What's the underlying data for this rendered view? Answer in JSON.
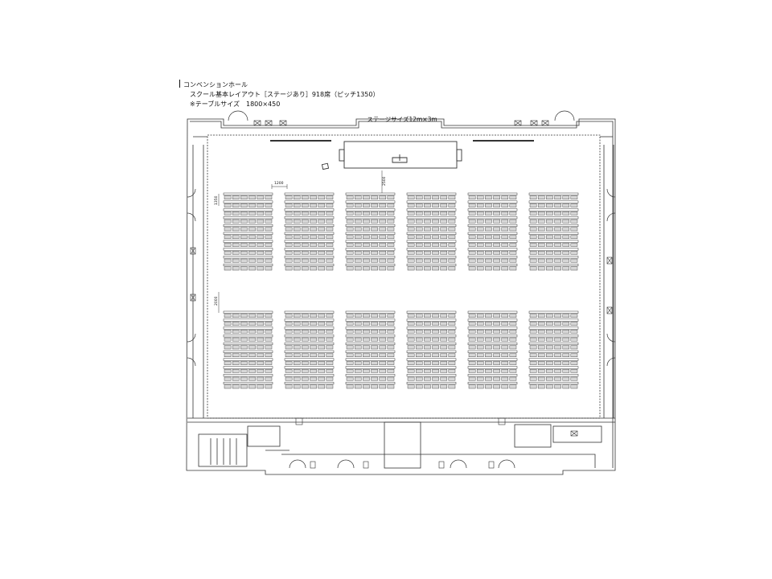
{
  "header": {
    "hall_name": "コンベンションホール",
    "layout_title": "スクール基本レイアウト［ステージあり］918席（ピッチ1350）",
    "table_size": "※テーブルサイズ　1800×450"
  },
  "plan": {
    "stage_label": "ステージサイズ12m×3m",
    "dims": {
      "table_width": "1200",
      "row_pitch": "1350",
      "stage_gap": "2500",
      "aisle": "2000"
    },
    "seating": {
      "column_groups": 6,
      "rows_per_block": 10,
      "blocks": 2,
      "seats_per_row": 6,
      "total_seats": 918
    },
    "colors": {
      "line": "#333333",
      "seat_fill": "#d6d6d6",
      "wall_fill": "#e4e4e4"
    }
  }
}
